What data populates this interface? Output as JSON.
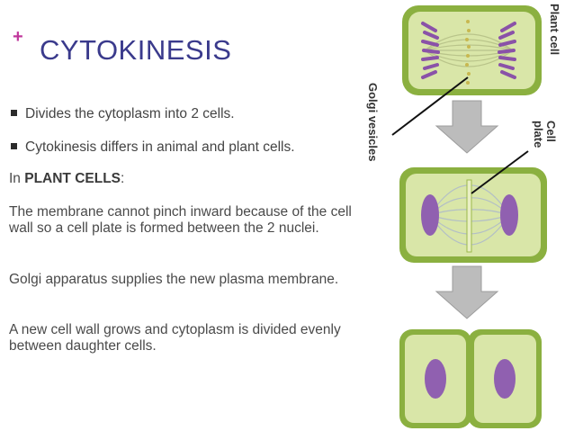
{
  "slide": {
    "title": "CYTOKINESIS",
    "bullets": [
      "Divides the cytoplasm into 2 cells.",
      "Cytokinesis differs in animal and plant cells."
    ],
    "plant_heading_prefix": "In ",
    "plant_heading_bold": "PLANT CELLS",
    "plant_heading_suffix": ":",
    "paragraphs": [
      "The membrane cannot pinch inward because of the cell wall so a cell plate is formed between the 2 nuclei.",
      "Golgi apparatus supplies the new plasma membrane.",
      "A new cell wall grows and cytoplasm is divided evenly between daughter cells."
    ]
  },
  "diagram": {
    "labels": {
      "plant_cell": "Plant cell",
      "golgi_vesicles": "Golgi vesicles",
      "cell_plate_line1": "Cell",
      "cell_plate_line2": "plate"
    },
    "colors": {
      "wall": "#8bb040",
      "cytoplasm": "#d9e6a8",
      "chromosome": "#8a52a8",
      "nucleus": "#9060b0",
      "arrow": "#bcbcbc"
    }
  }
}
